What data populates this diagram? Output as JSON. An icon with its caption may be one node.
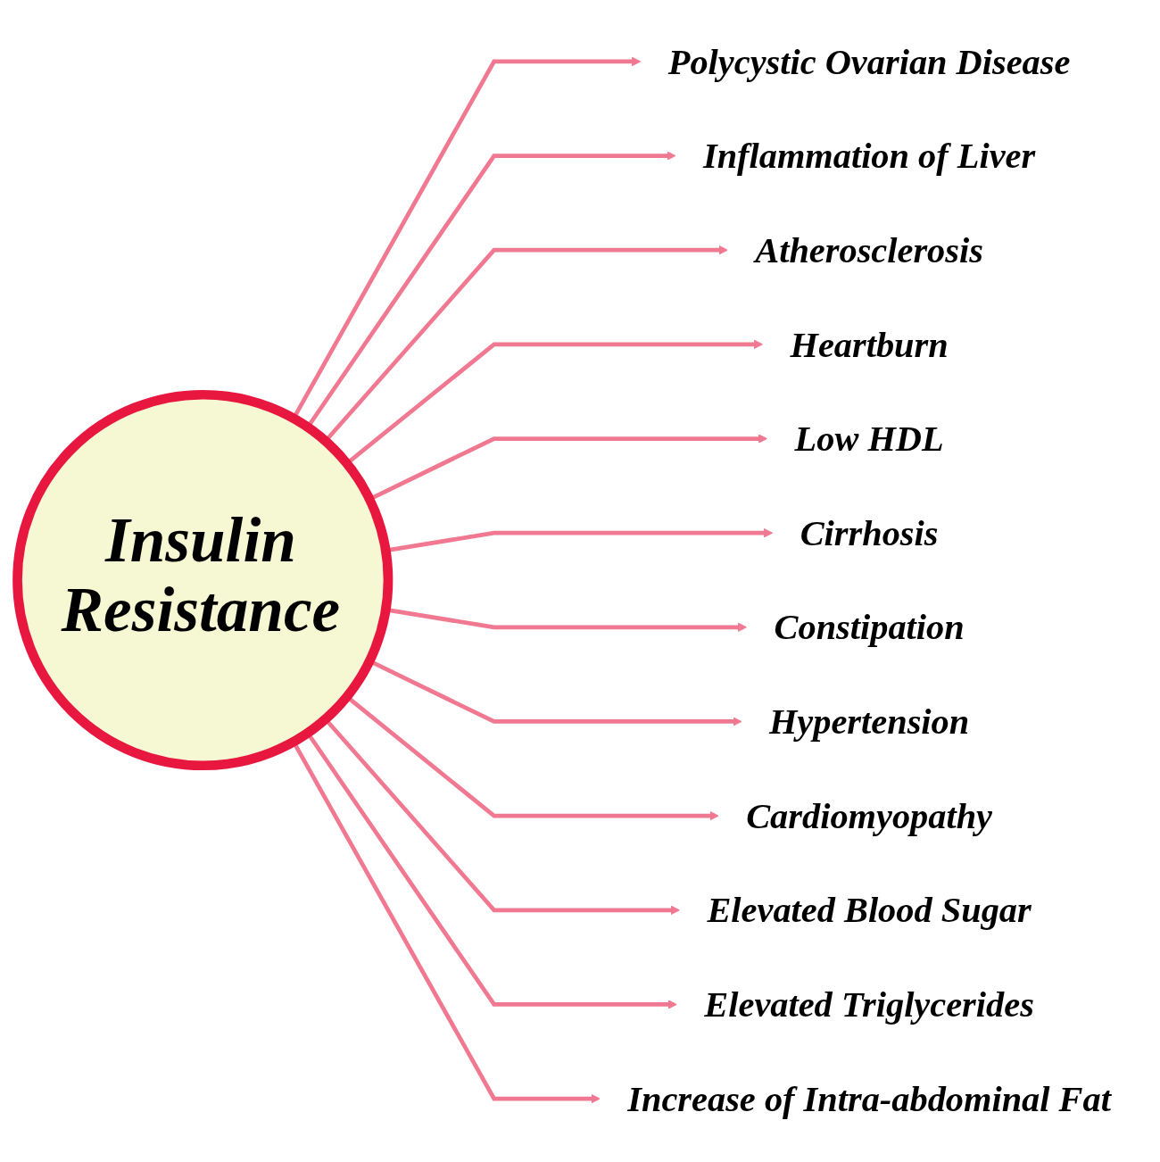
{
  "diagram": {
    "nodes": [
      {
        "text": [
          "Insulin Resistance"
        ]
      },
      {
        "text": [
          "Polycystic Ovarian Disease"
        ]
      },
      {
        "text": [
          "Inflammation of Liver"
        ]
      },
      {
        "text": [
          "Atherosclerosis"
        ]
      },
      {
        "text": [
          "Heartburn"
        ]
      },
      {
        "text": [
          "Low HDL"
        ]
      },
      {
        "text": [
          "Cirrhosis"
        ]
      },
      {
        "text": [
          "Constipation"
        ]
      },
      {
        "text": [
          "Hypertension"
        ]
      },
      {
        "text": [
          "Cardiomyopathy"
        ]
      },
      {
        "text": [
          "Elevated Blood Sugar"
        ]
      },
      {
        "text": [
          "Elevated Triglycerides"
        ]
      },
      {
        "text": [
          "Increase of Intra-abdominal Fat"
        ]
      }
    ],
    "edges": [
      {
        "from": 0,
        "to": 1,
        "arrow": "to"
      },
      {
        "from": 0,
        "to": 2,
        "arrow": "to"
      },
      {
        "from": 0,
        "to": 3,
        "arrow": "to"
      },
      {
        "from": 0,
        "to": 4,
        "arrow": "to"
      },
      {
        "from": 0,
        "to": 5,
        "arrow": "to"
      },
      {
        "from": 0,
        "to": 6,
        "arrow": "to"
      },
      {
        "from": 0,
        "to": 7,
        "arrow": "to"
      },
      {
        "from": 0,
        "to": 8,
        "arrow": "to"
      },
      {
        "from": 0,
        "to": 9,
        "arrow": "to"
      },
      {
        "from": 0,
        "to": 10,
        "arrow": "to"
      },
      {
        "from": 0,
        "to": 11,
        "arrow": "to"
      },
      {
        "from": 0,
        "to": 12,
        "arrow": "to"
      }
    ]
  }
}
